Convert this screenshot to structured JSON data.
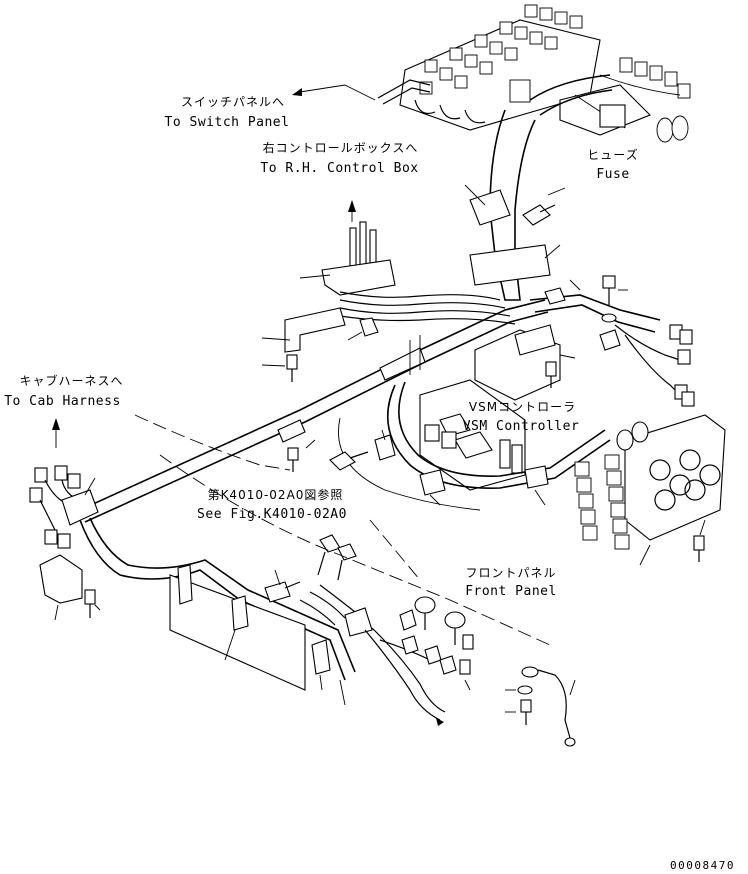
{
  "labels": {
    "switch_panel_jp": "スイッチパネルへ",
    "switch_panel_en": "To Switch Panel",
    "rh_control_jp": "右コントロールボックスへ",
    "rh_control_en": "To R.H. Control Box",
    "fuse_jp": "ヒューズ",
    "fuse_en": "Fuse",
    "cab_harness_jp": "キャブハーネスへ",
    "cab_harness_en": "To Cab Harness",
    "vsm_jp": "VSMコントローラ",
    "vsm_en": "VSM Controller",
    "see_fig_jp": "第K4010-02A0図参照",
    "see_fig_en": "See Fig.K4010-02A0",
    "front_panel_jp": "フロントパネル",
    "front_panel_en": "Front Panel",
    "drawing_number": "00008470"
  }
}
